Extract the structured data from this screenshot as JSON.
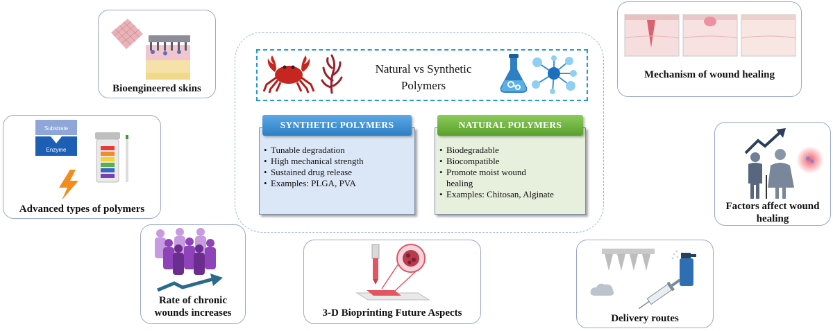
{
  "title": "Natural vs Synthetic Polymers",
  "synthetic": {
    "header": "SYNTHETIC POLYMERS",
    "items": [
      "Tunable degradation",
      "High mechanical strength",
      "Sustained drug release",
      "Examples: PLGA, PVA"
    ]
  },
  "natural": {
    "header": "NATURAL POLYMERS",
    "items": [
      "Biodegradable",
      "Biocompatible",
      "Promote moist wound healing",
      "Examples: Chitosan, Alginate"
    ]
  },
  "cards": {
    "bioengineered": "Bioengineered skins",
    "mechanism": "Mechanism of wound healing",
    "advanced": "Advanced types of polymers",
    "factors": "Factors affect wound healing",
    "chronic": "Rate of chronic wounds increases",
    "bioprinting": "3-D Bioprinting Future Aspects",
    "delivery": "Delivery routes"
  },
  "icon_text": {
    "substrate": "Substrate",
    "enzyme": "Enzyme"
  },
  "colors": {
    "synthetic_header": "#3b8fd4",
    "synthetic_bg": "#dbe6f6",
    "natural_header": "#6bb23a",
    "natural_bg": "#e6f0dd",
    "title_border": "#1f9ad6",
    "card_border": "#9aa7cf"
  }
}
